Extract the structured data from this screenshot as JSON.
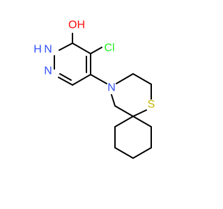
{
  "molecule": {
    "atoms": {
      "oh": "OH",
      "cl": "Cl",
      "nh": "N",
      "nh_h": "H",
      "n_ring": "N",
      "n_amine": "N",
      "s": "S"
    },
    "colors": {
      "bond": "#000000",
      "oxygen": "#ff0d0d",
      "chlorine": "#1ff01f",
      "nitrogen": "#3050f8",
      "sulfur": "#c6b300"
    }
  }
}
